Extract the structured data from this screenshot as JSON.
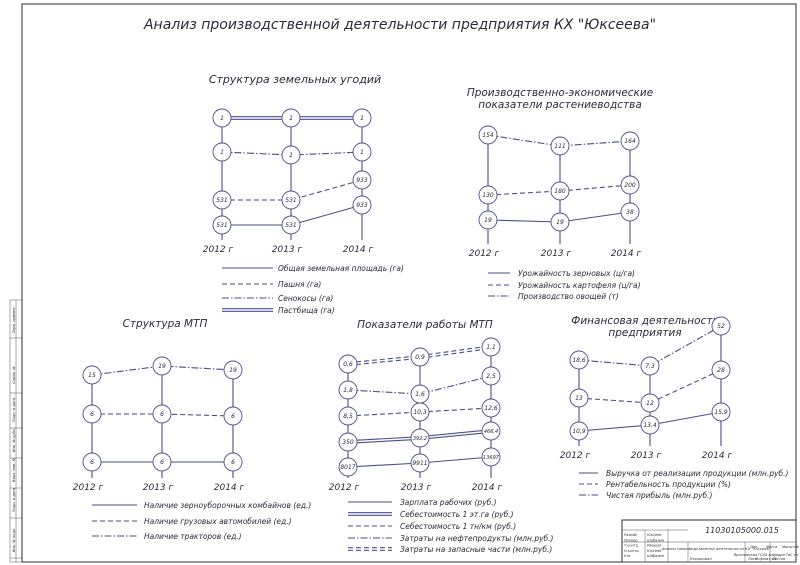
{
  "page_title": "Анализ производственной деятельности предприятия КХ \"Юксеева\"",
  "charts": [
    {
      "id": "land",
      "title": "Структура земельных угодий",
      "years": [
        "2012 г",
        "2013 г",
        "2014 г"
      ],
      "series": [
        {
          "name": "Общая земельная площадь (га)",
          "style": "solid",
          "values": [
            "531",
            "531",
            "933"
          ]
        },
        {
          "name": "Пашня (га)",
          "style": "dash",
          "values": [
            "531",
            "531",
            "933"
          ]
        },
        {
          "name": "Сенокосы (га)",
          "style": "dashdot",
          "values": [
            "1",
            "1",
            "1"
          ]
        },
        {
          "name": "Пастбища (га)",
          "style": "double",
          "values": [
            "1",
            "1",
            "1"
          ]
        }
      ]
    },
    {
      "id": "crop",
      "title": "Производственно-экономические показатели растениеводства",
      "years": [
        "2012 г",
        "2013 г",
        "2014 г"
      ],
      "series": [
        {
          "name": "Урожайность зерновых (ц/га)",
          "style": "solid",
          "values": [
            "19",
            "19",
            "38"
          ]
        },
        {
          "name": "Урожайность картофеля (ц/га)",
          "style": "dash",
          "values": [
            "130",
            "180",
            "200"
          ]
        },
        {
          "name": "Производство овощей (т)",
          "style": "dashdot",
          "values": [
            "154",
            "111",
            "164"
          ]
        }
      ]
    },
    {
      "id": "mtp",
      "title": "Структура МТП",
      "years": [
        "2012 г",
        "2013 г",
        "2014 г"
      ],
      "series": [
        {
          "name": "Наличие зерноуборочных комбайнов (ед.)",
          "style": "solid",
          "values": [
            "6",
            "6",
            "6"
          ]
        },
        {
          "name": "Наличие грузовых автомобилей (ед.)",
          "style": "dash",
          "values": [
            "6",
            "6",
            "6"
          ]
        },
        {
          "name": "Наличие тракторов (ед.)",
          "style": "dashdot",
          "values": [
            "15",
            "19",
            "19"
          ]
        }
      ]
    },
    {
      "id": "work",
      "title": "Показатели работы МТП",
      "years": [
        "2012 г",
        "2013 г",
        "2014 г"
      ],
      "series": [
        {
          "name": "Зарплата рабочих (руб.)",
          "style": "solid",
          "values": [
            "8017",
            "9911",
            "13697"
          ]
        },
        {
          "name": "Себестоимость 1 эт.га (руб.)",
          "style": "double",
          "values": [
            "350",
            "392,2",
            "466,4"
          ]
        },
        {
          "name": "Себестоимость 1 тн/км (руб.)",
          "style": "dash",
          "values": [
            "8,5",
            "10,3",
            "12,6"
          ]
        },
        {
          "name": "Затраты на нефтепродукты (млн.руб.)",
          "style": "dashdot",
          "values": [
            "1,8",
            "1,6",
            "2,5"
          ]
        },
        {
          "name": "Затраты на запасные части (млн.руб.)",
          "style": "double-dash",
          "values": [
            "0,6",
            "0,9",
            "1,1"
          ]
        }
      ]
    },
    {
      "id": "fin",
      "title": "Финансовая деятельность предприятия",
      "years": [
        "2012 г",
        "2013 г",
        "2014 г"
      ],
      "series": [
        {
          "name": "Выручка от реализации продукции (млн.руб.)",
          "style": "solid",
          "values": [
            "10,9",
            "13,4",
            "15,9"
          ]
        },
        {
          "name": "Рентабельность продукции (%)",
          "style": "dash",
          "values": [
            "13",
            "12",
            "28"
          ]
        },
        {
          "name": "Чистая прибыль (млн.руб.)",
          "style": "dashdot",
          "values": [
            "18,6",
            "7,3",
            "52"
          ]
        }
      ]
    }
  ],
  "stamp": {
    "code": "11030105000.015",
    "roles": [
      "Разраб.",
      "Провер.",
      "Т.контр.",
      "Н.контр.",
      "Утв."
    ],
    "names": [
      "Юксеев",
      "Шабалин",
      "Ивашов",
      "Юксеев",
      "Шабалин"
    ],
    "description": "Анализ производственной деятельности КХ \"Юксеев\"",
    "sheet_head": [
      "Лит.",
      "Масса",
      "Масштаб"
    ],
    "org": "Ярославская ГСХА кафедра ТиС гр. 1-401",
    "sheet": "Лист",
    "sheets": "Листов",
    "copied": "Копировал",
    "format": "Формат А1"
  },
  "margin_labels": [
    "Перв. примен.",
    "Справ. №",
    "Подп. и дата",
    "Инв. № дубл.",
    "Взам. инв. №",
    "Подп. и дата",
    "Инв. № подл."
  ]
}
